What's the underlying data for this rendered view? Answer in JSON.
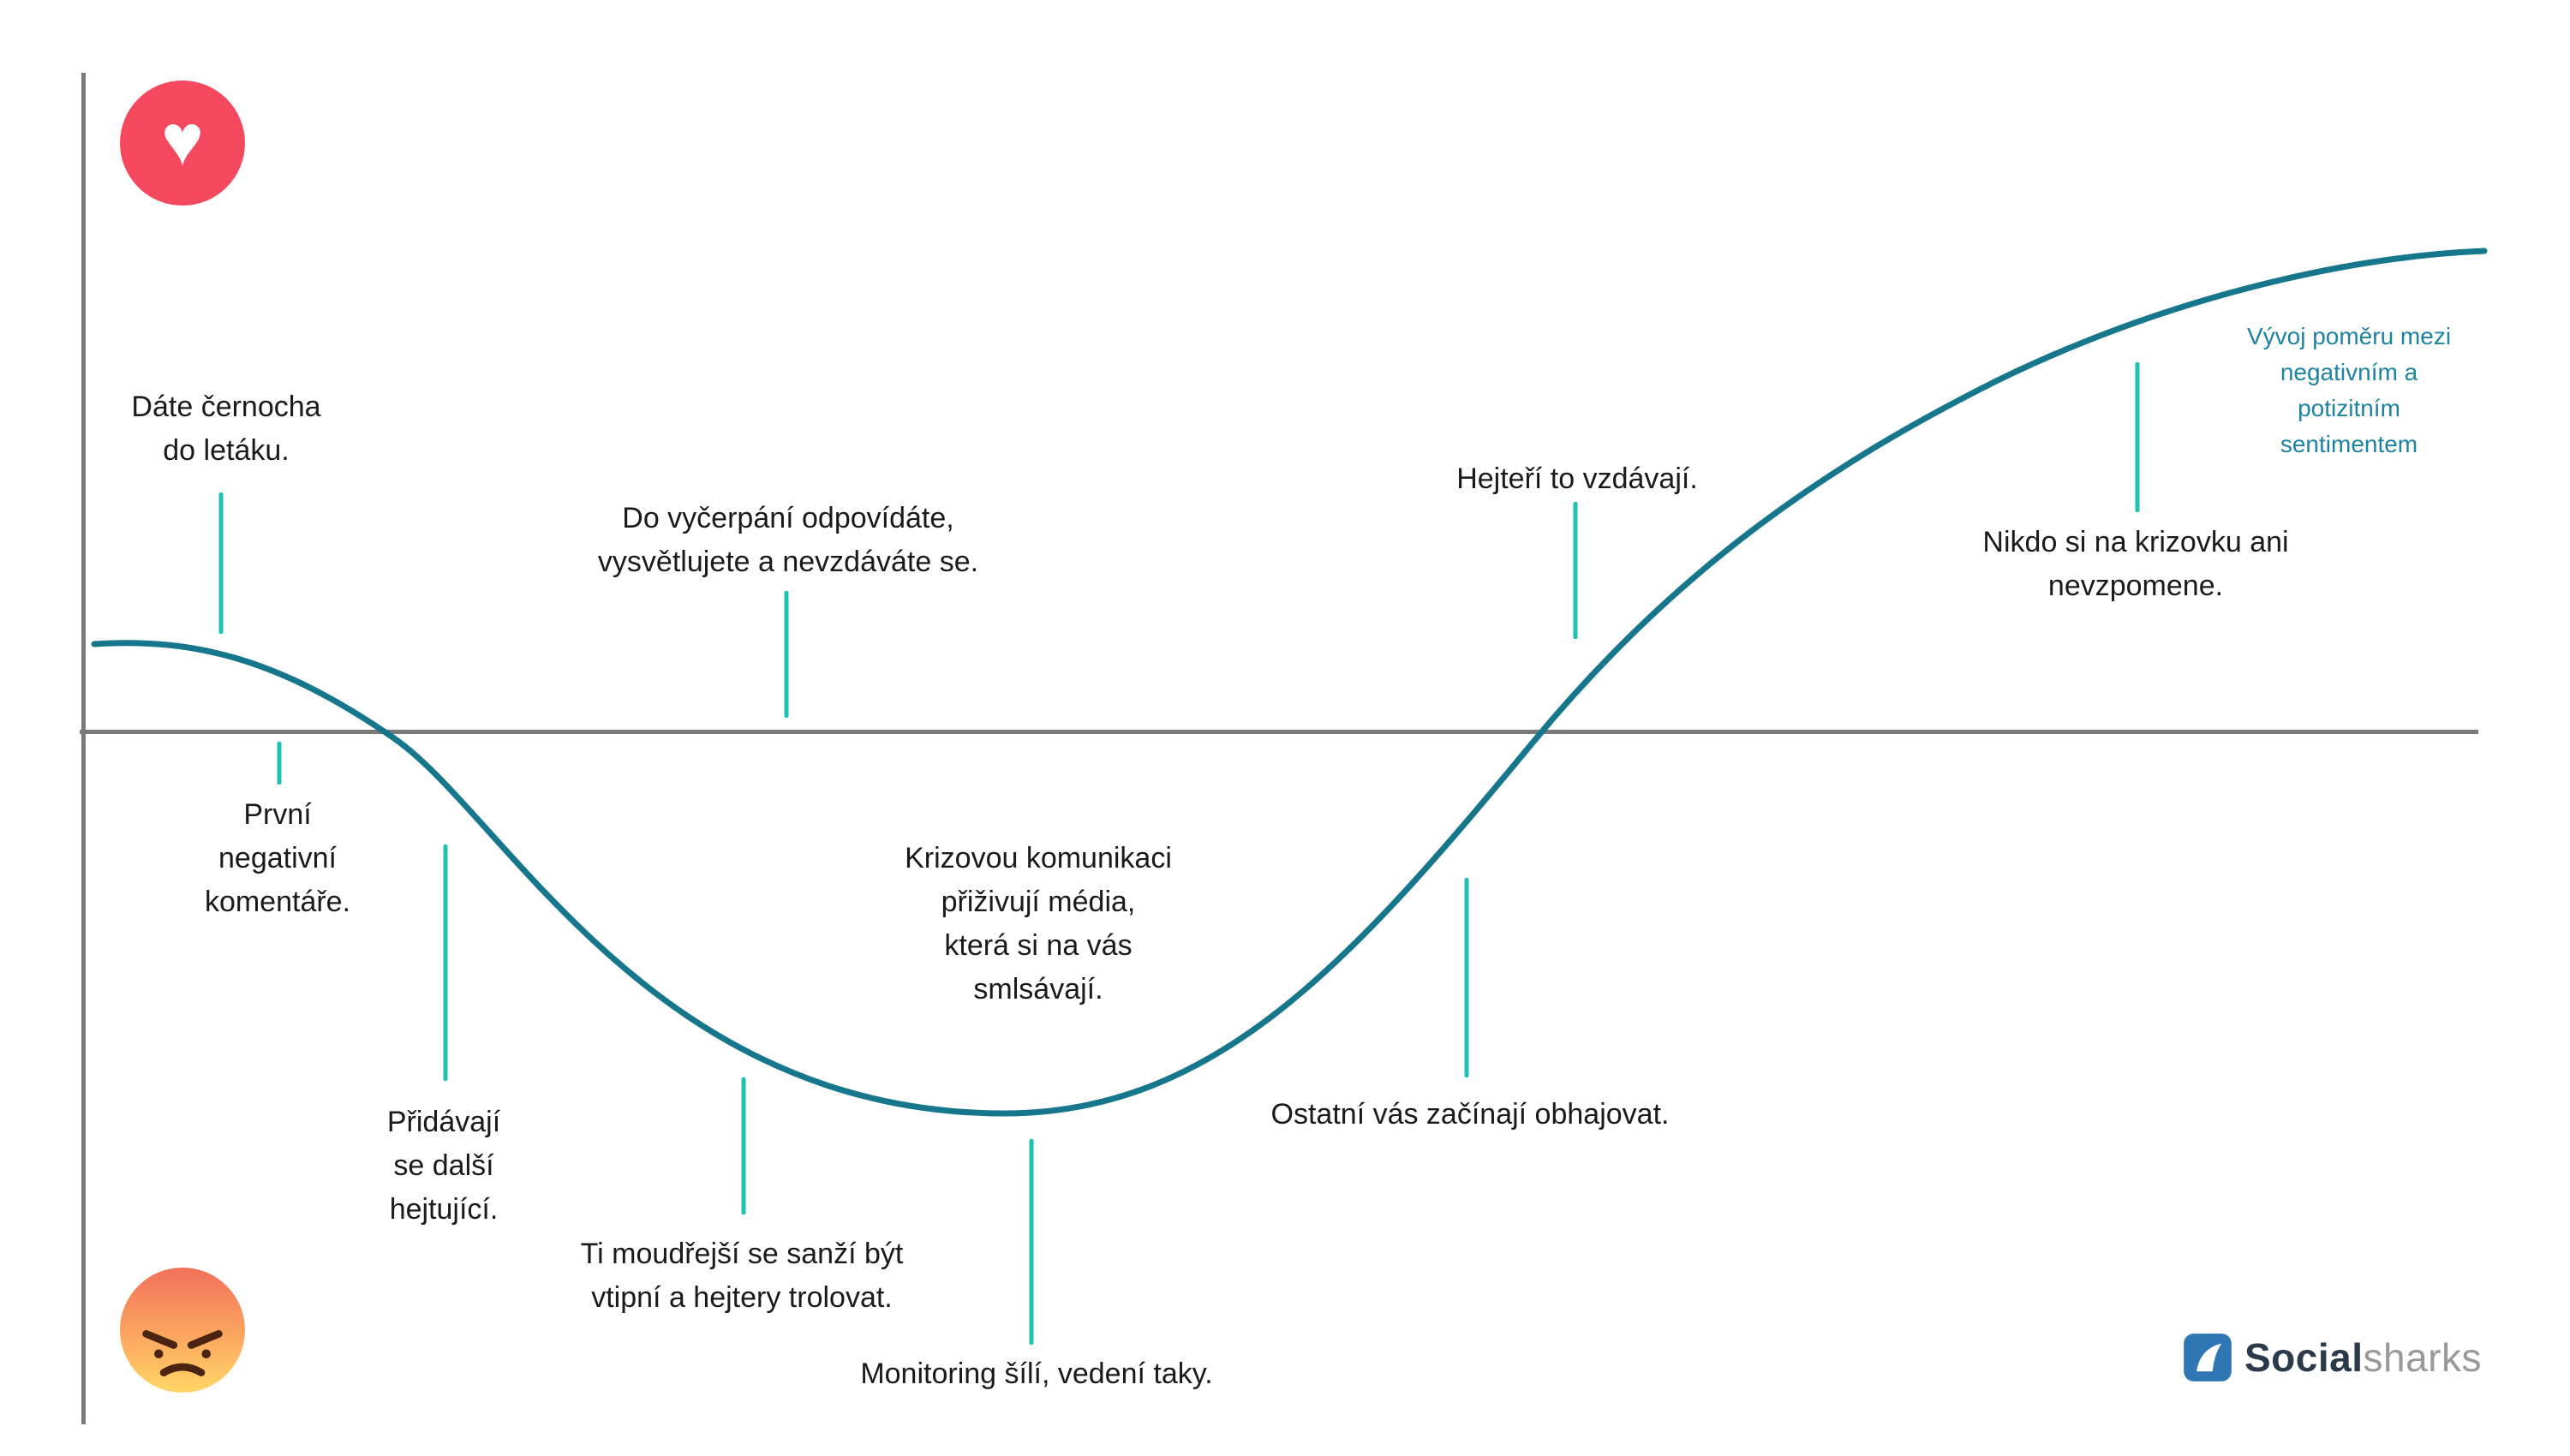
{
  "colors": {
    "curve": "#16768b",
    "connector": "#1fc2b2",
    "axis": "#7a7a7a",
    "note": "#1d83a0",
    "text": "#1a1a1a",
    "heart-bg": "#f4485e",
    "heart-glyph": "#ffffff",
    "angry-top": "#f2705c",
    "angry-bottom": "#ffd666",
    "logo-blue": "#2e77b4",
    "logo-social": "#2b3a4a",
    "logo-sharks": "#97999b"
  },
  "icons": {
    "heart_glyph": "♥"
  },
  "annotations": {
    "flyer": {
      "text": "Dáte černocha\ndo letáku."
    },
    "first_comments": {
      "text": "První\nnegativní\nkomentáře."
    },
    "more_haters": {
      "text": "Přidávají\nse další\nhejtující."
    },
    "respond": {
      "text": "Do vyčerpání odpovídáte,\nvysvětlujete a nevzdáváte se."
    },
    "trolling": {
      "text": "Ti moudřejší se sanží být\nvtipní a hejtery trolovat."
    },
    "media": {
      "text": "Krizovou komunikaci\npřiživují média,\nkterá si na vás\nsmlsávají."
    },
    "monitoring": {
      "text": "Monitoring šílí, vedení taky."
    },
    "defend": {
      "text": "Ostatní vás začínají obhajovat."
    },
    "haters_quit": {
      "text": "Hejteří to vzdávají."
    },
    "nobody_remembers": {
      "text": "Nikdo si na krizovku ani nevzpomene."
    },
    "legend_note": {
      "text": "Vývoj poměru mezi\nnegativním a potizitním\nsentimentem"
    }
  },
  "logo": {
    "social": "Social",
    "sharks": "sharks"
  }
}
